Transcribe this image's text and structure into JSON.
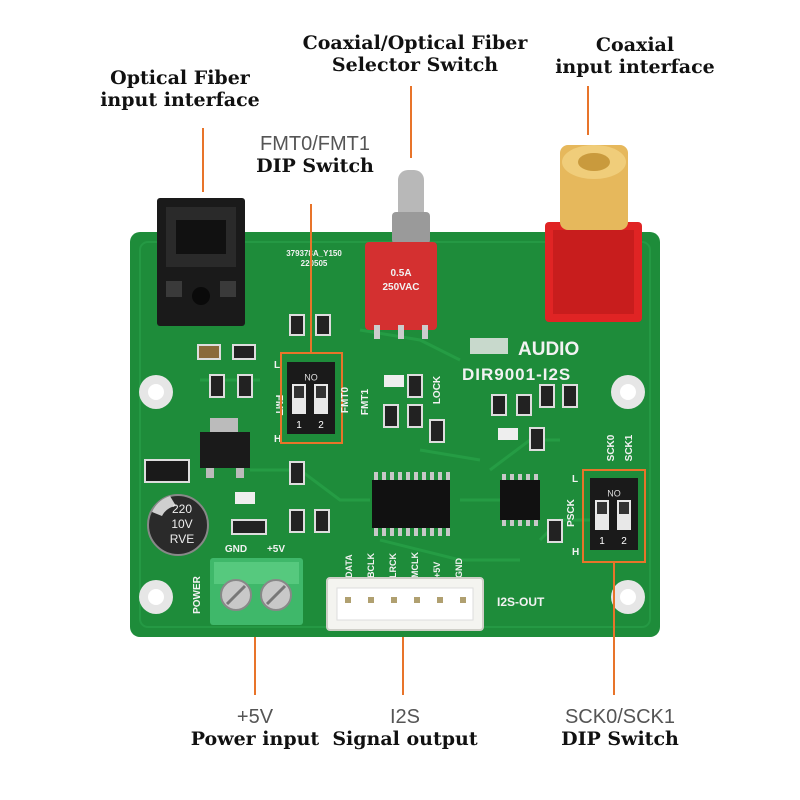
{
  "callouts": {
    "optical": {
      "line1": "Optical Fiber",
      "line2": "input interface"
    },
    "selector": {
      "line1": "Coaxial/Optical Fiber",
      "line2": "Selector Switch"
    },
    "coaxial": {
      "line1": "Coaxial",
      "line2": "input interface"
    },
    "fmt": {
      "line1": "FMT0/FMT1",
      "line2": "DIP Switch"
    },
    "power": {
      "line1": "+5V",
      "line2": "Power input"
    },
    "i2s": {
      "line1": "I2S",
      "line2": "Signal output"
    },
    "sck": {
      "line1": "SCK0/SCK1",
      "line2": "DIP Switch"
    }
  },
  "board": {
    "brand": "AUDIO",
    "model": "DIR9001-I2S",
    "code1": "379378A_Y150",
    "code2": "220505",
    "toggle_rating1": "0.5A",
    "toggle_rating2": "250VAC",
    "lock": "LOCK",
    "fmt0": "FMT0",
    "fmt1": "FMT1",
    "fmt_side": "FMT",
    "sck0": "SCK0",
    "sck1": "SCK1",
    "psck": "PSCK",
    "level_l": "L",
    "level_h": "H",
    "dip_on": "ON",
    "dip_1": "1",
    "dip_2": "2",
    "cap_value": "220",
    "cap_voltage": "10V",
    "cap_series": "RVE",
    "power_label": "POWER",
    "gnd": "GND",
    "plus5v": "+5V",
    "i2s_out": "I2S-OUT",
    "pins": [
      "DATA",
      "BCLK",
      "LRCK",
      "MCLK",
      "+5V",
      "GND"
    ]
  },
  "colors": {
    "pcb": "#1e8c3a",
    "callout_line": "#e8742a",
    "highlight": "#e8742a"
  }
}
